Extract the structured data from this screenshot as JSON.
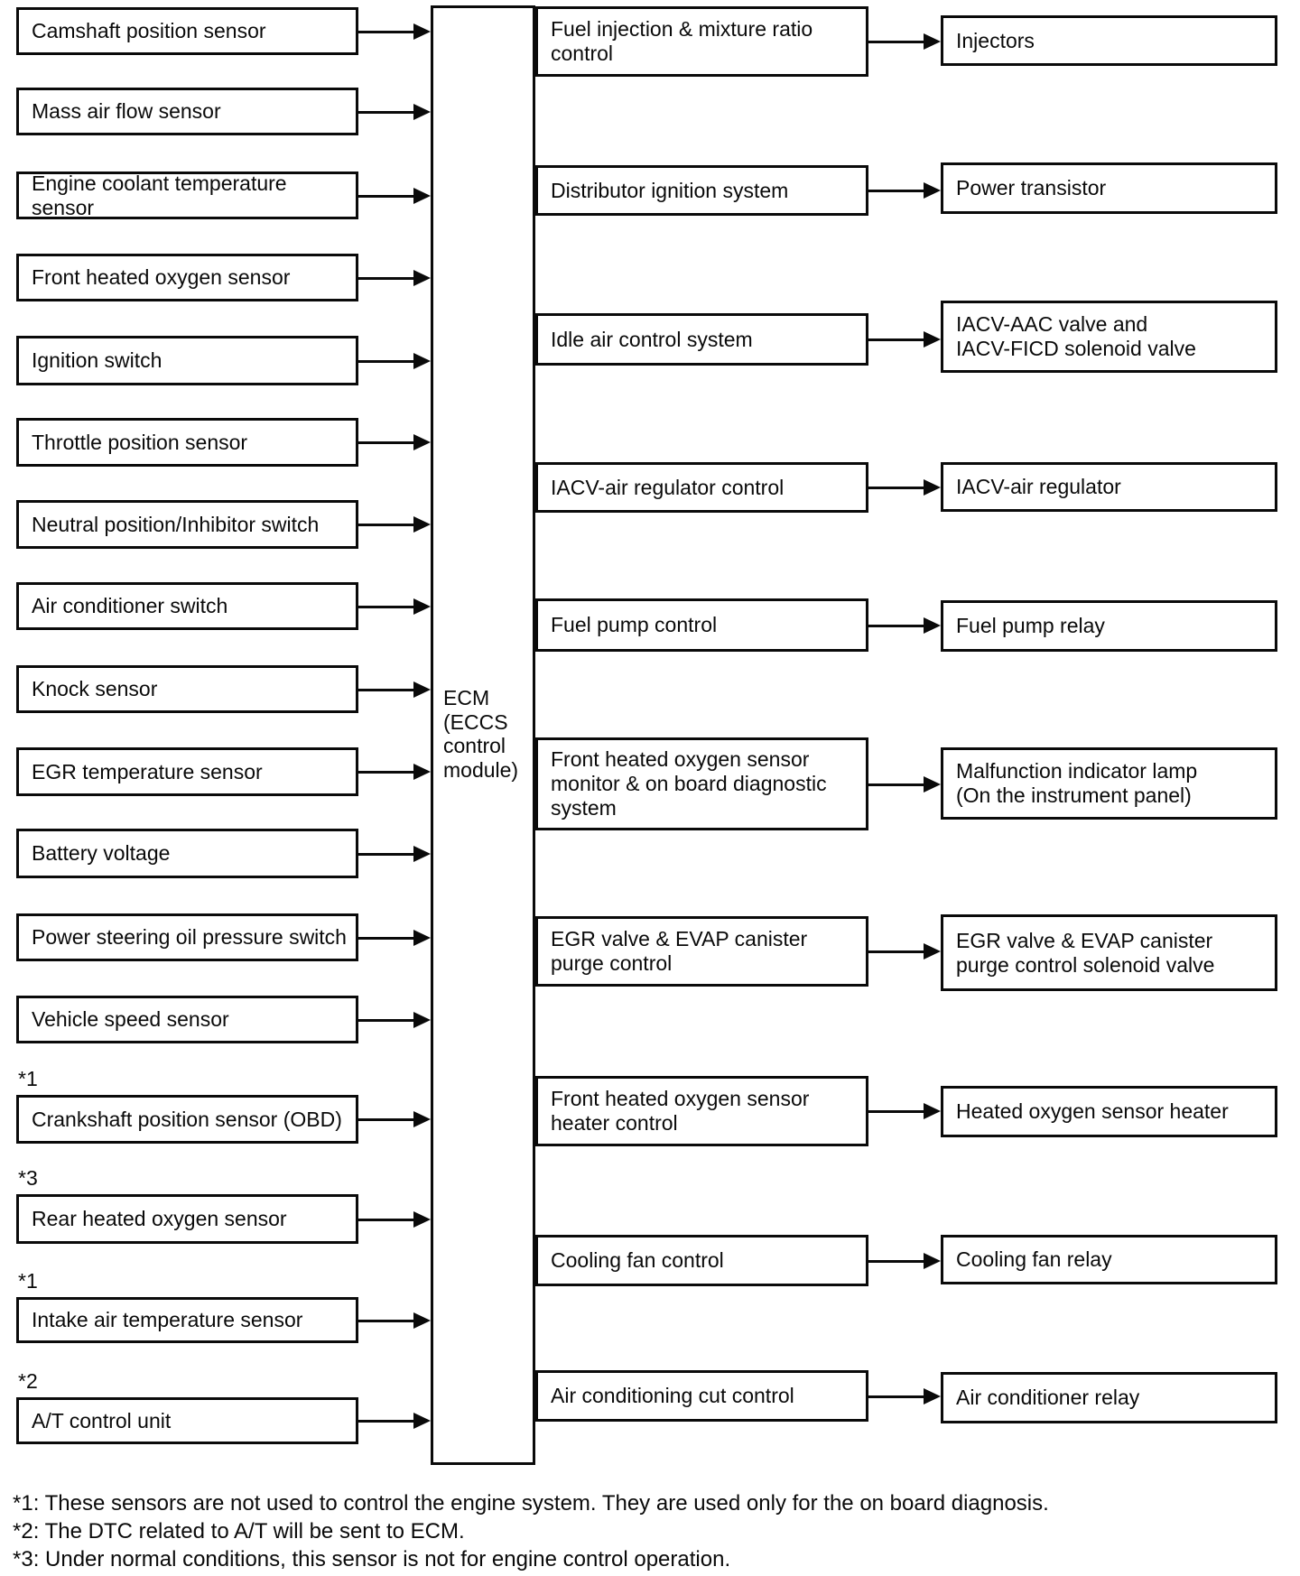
{
  "diagram": {
    "ecm": {
      "label": "ECM\n(ECCS\ncontrol\nmodule)"
    },
    "sensors": [
      {
        "label": "Camshaft position sensor"
      },
      {
        "label": "Mass air flow sensor"
      },
      {
        "label": "Engine coolant temperature sensor"
      },
      {
        "label": "Front heated oxygen sensor"
      },
      {
        "label": "Ignition switch"
      },
      {
        "label": "Throttle position sensor"
      },
      {
        "label": "Neutral position/Inhibitor switch"
      },
      {
        "label": "Air conditioner switch"
      },
      {
        "label": "Knock sensor"
      },
      {
        "label": "EGR temperature sensor"
      },
      {
        "label": "Battery voltage"
      },
      {
        "label": "Power steering oil pressure switch"
      },
      {
        "label": "Vehicle speed sensor"
      },
      {
        "label": "Crankshaft position sensor (OBD)",
        "note": "*1"
      },
      {
        "label": "Rear heated oxygen sensor",
        "note": "*3"
      },
      {
        "label": "Intake air temperature sensor",
        "note": "*1"
      },
      {
        "label": "A/T control unit",
        "note": "*2"
      }
    ],
    "controls": [
      {
        "function": "Fuel injection & mixture ratio\ncontrol",
        "actuator": "Injectors"
      },
      {
        "function": "Distributor ignition system",
        "actuator": "Power transistor"
      },
      {
        "function": "Idle air control system",
        "actuator": "IACV-AAC valve and\nIACV-FICD solenoid valve"
      },
      {
        "function": "IACV-air regulator control",
        "actuator": "IACV-air regulator"
      },
      {
        "function": "Fuel pump control",
        "actuator": "Fuel pump relay"
      },
      {
        "function": "Front heated oxygen sensor\nmonitor & on board diagnostic\nsystem",
        "actuator": "Malfunction indicator lamp\n(On the instrument panel)"
      },
      {
        "function": "EGR valve & EVAP canister\npurge control",
        "actuator": "EGR valve & EVAP canister\npurge control solenoid valve"
      },
      {
        "function": "Front heated oxygen sensor\nheater control",
        "actuator": "Heated oxygen sensor heater"
      },
      {
        "function": "Cooling fan control",
        "actuator": "Cooling fan relay"
      },
      {
        "function": "Air conditioning cut control",
        "actuator": "Air conditioner relay"
      }
    ],
    "footnotes": [
      "*1: These sensors are not used to control the engine system. They are used only for the on board diagnosis.",
      "*2: The DTC related to A/T will be sent to ECM.",
      "*3: Under normal conditions, this sensor is not for engine control operation."
    ],
    "colors": {
      "ink": "#0a0a0a",
      "background": "#ffffff"
    }
  }
}
